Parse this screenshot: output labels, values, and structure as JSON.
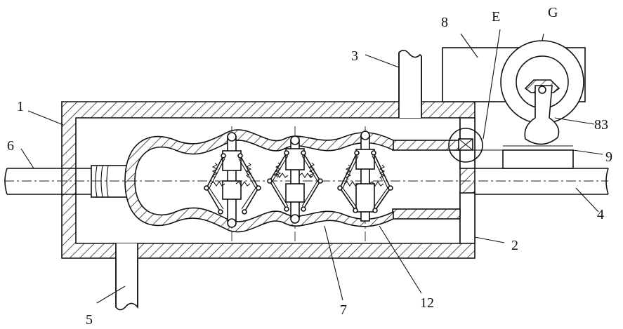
{
  "labels": {
    "l1": "1",
    "l2": "2",
    "l3": "3",
    "l4": "4",
    "l5": "5",
    "l6": "6",
    "l7": "7",
    "l8": "8",
    "l9": "9",
    "l12": "12",
    "l83": "83",
    "lE": "E",
    "lG": "G"
  }
}
